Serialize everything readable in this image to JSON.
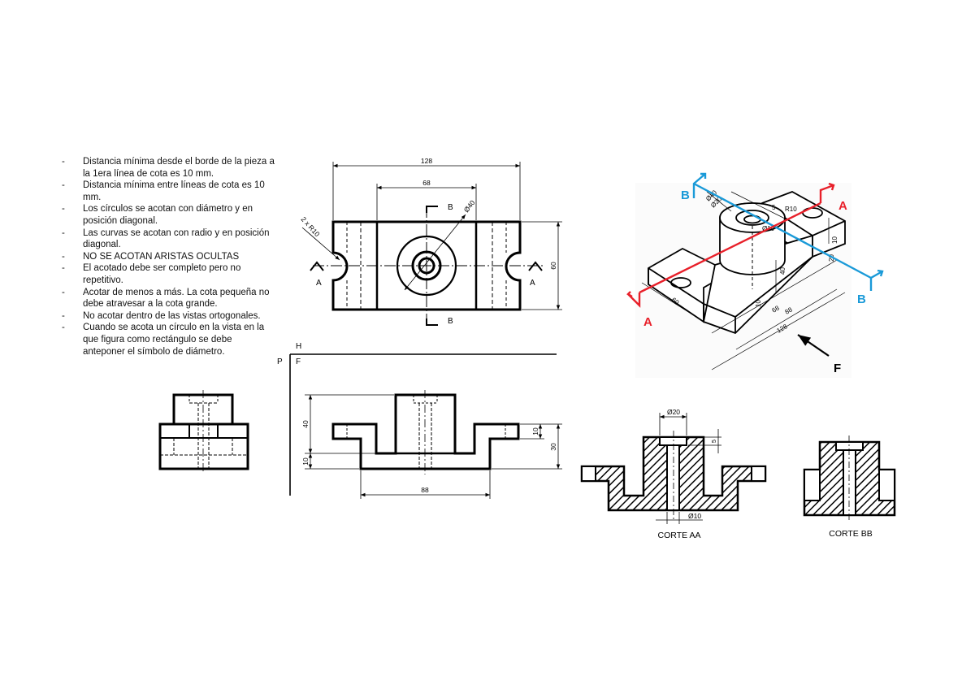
{
  "notes": [
    "Distancia mínima desde el borde de la pieza a la 1era línea de cota es 10 mm.",
    "Distancia mínima entre líneas de cota es 10 mm.",
    "Los círculos se acotan con diámetro y en posición diagonal.",
    "Las curvas se acotan con radio y en posición diagonal.",
    "NO SE ACOTAN ARISTAS OCULTAS",
    "El acotado debe ser completo pero no repetitivo.",
    "Acotar de menos a más. La cota pequeña no debe atravesar a la cota grande.",
    "No acotar dentro de las vistas ortogonales.",
    "Cuando se acota un círculo en la vista en la que figura como rectángulo se debe anteponer el símbolo de diámetro."
  ],
  "top_view": {
    "dim_total": "128",
    "dim_inner": "68",
    "dim_height": "60",
    "dim_diameter": "Ø40",
    "dim_radius": "2 x R10",
    "label_a": "A",
    "label_b": "B"
  },
  "front_view": {
    "label_h": "H",
    "label_p": "P",
    "label_f": "F",
    "dim_40": "40",
    "dim_10_left": "10",
    "dim_10_right": "10",
    "dim_30": "30",
    "dim_88": "88"
  },
  "section_aa": {
    "title": "CORTE AA",
    "dim_top": "Ø20",
    "dim_bottom": "Ø10",
    "dim_5": "5"
  },
  "section_bb": {
    "title": "CORTE BB"
  },
  "iso": {
    "label_a": "A",
    "label_b": "B",
    "label_f": "F",
    "dims": [
      "Ø40",
      "Ø20",
      "Ø10",
      "R10",
      "10",
      "20",
      "40",
      "10",
      "68",
      "88",
      "128",
      "60",
      "5"
    ],
    "colors": {
      "section_a": "#e8202a",
      "section_b": "#1a9ad8"
    }
  }
}
